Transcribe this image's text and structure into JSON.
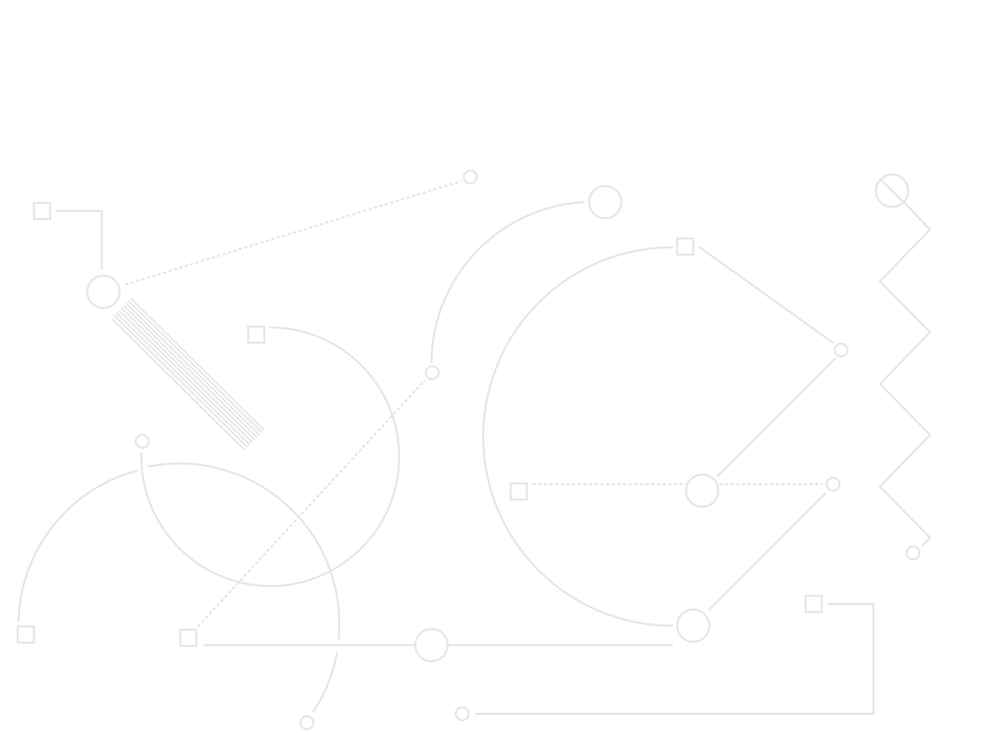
{
  "colors": {
    "stroke": "#e6e6e6",
    "background": "#ffffff"
  },
  "diagram": {
    "style": "decorative line-art network",
    "shapes": [
      "circle-node",
      "square-node",
      "arc",
      "polyline",
      "zigzag",
      "hatched-band",
      "dashed-connector"
    ]
  }
}
